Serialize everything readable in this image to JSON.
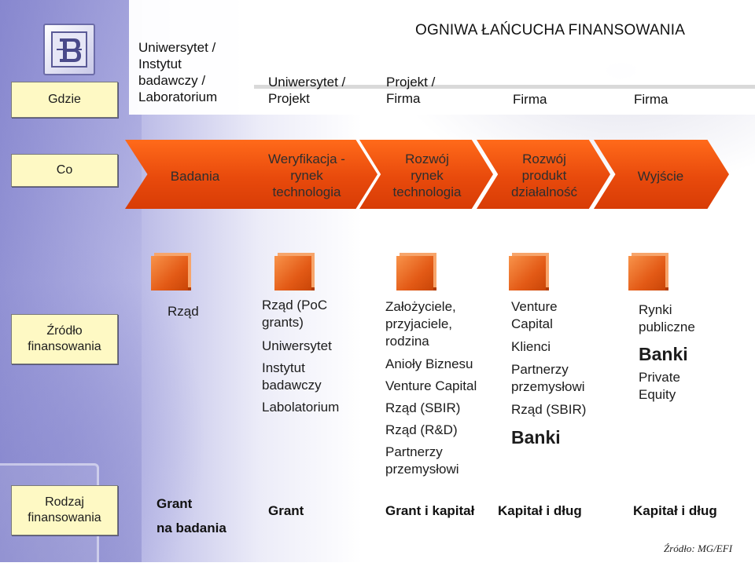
{
  "header": {
    "title": "OGNIWA ŁAŃCUCHA FINANSOWANIA"
  },
  "rows": {
    "where": "Gdzie",
    "what": "Co",
    "source_lines": [
      "Źródło",
      "finansowania"
    ],
    "type_lines": [
      "Rodzaj",
      "finansowania"
    ]
  },
  "where_columns": [
    [
      "Uniwersytet /",
      "Instytut",
      "badawczy /",
      "Laboratorium"
    ],
    [
      "Uniwersytet /",
      "Projekt"
    ],
    [
      "Projekt /",
      "Firma"
    ],
    [
      "Firma"
    ],
    [
      "Firma"
    ]
  ],
  "stages": [
    [
      "Badania"
    ],
    [
      "Weryfikacja -",
      "rynek",
      "technologia"
    ],
    [
      "Rozwój",
      "rynek",
      "technologia"
    ],
    [
      "Rozwój",
      "produkt",
      "działalność"
    ],
    [
      "Wyjście"
    ]
  ],
  "funding_sources": {
    "col1": [
      "Rząd"
    ],
    "col2": [
      "Rząd (PoC",
      "grants)",
      "Uniwersytet",
      "Instytut",
      "badawczy",
      "Labolatorium"
    ],
    "col3": [
      "Założyciele,",
      "przyjaciele,",
      "rodzina",
      "Anioły Biznesu",
      "Venture Capital",
      "Rząd (SBIR)",
      "Rząd (R&D)",
      "Partnerzy",
      "przemysłowi"
    ],
    "col4": [
      "Venture",
      "Capital",
      "Klienci",
      "Partnerzy",
      "przemysłowi",
      "Rząd (SBIR)"
    ],
    "col4_big": "Banki",
    "col5_top": [
      "Rynki",
      "publiczne"
    ],
    "col5_big": "Banki",
    "col5_bottom": [
      "Private",
      "Equity"
    ]
  },
  "funding_types": [
    [
      "Grant",
      "na badania"
    ],
    [
      "Grant"
    ],
    [
      "Grant i kapitał"
    ],
    [
      "Kapitał i dług"
    ],
    [
      "Kapitał i dług"
    ]
  ],
  "footer": {
    "source_note": "Źródło: MG/EFI"
  },
  "colors": {
    "arrow": "#e84a0c",
    "label_box": "#fef9c4",
    "background_left": "#8f8fd2"
  },
  "icons": {
    "logo": "university-logo-icon",
    "cube": "orange-cube-icon"
  }
}
